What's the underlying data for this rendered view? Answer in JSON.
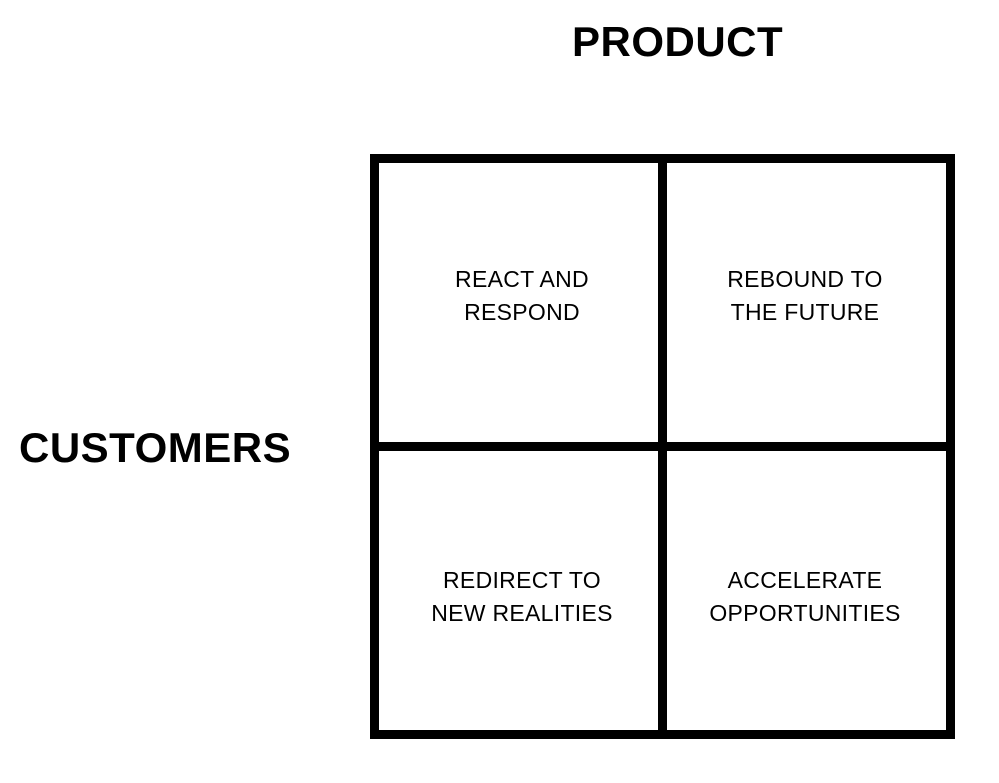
{
  "axes": {
    "top": "PRODUCT",
    "left": "CUSTOMERS"
  },
  "quadrants": [
    {
      "position": "top-left",
      "lines": [
        "REACT AND",
        "RESPOND"
      ]
    },
    {
      "position": "top-right",
      "lines": [
        "REBOUND TO",
        "THE FUTURE"
      ]
    },
    {
      "position": "bottom-left",
      "lines": [
        "REDIRECT TO",
        "NEW REALITIES"
      ]
    },
    {
      "position": "bottom-right",
      "lines": [
        "ACCELERATE",
        "OPPORTUNITIES"
      ]
    }
  ],
  "colors": {
    "line": "#000000",
    "background": "#ffffff",
    "text": "#000000"
  }
}
